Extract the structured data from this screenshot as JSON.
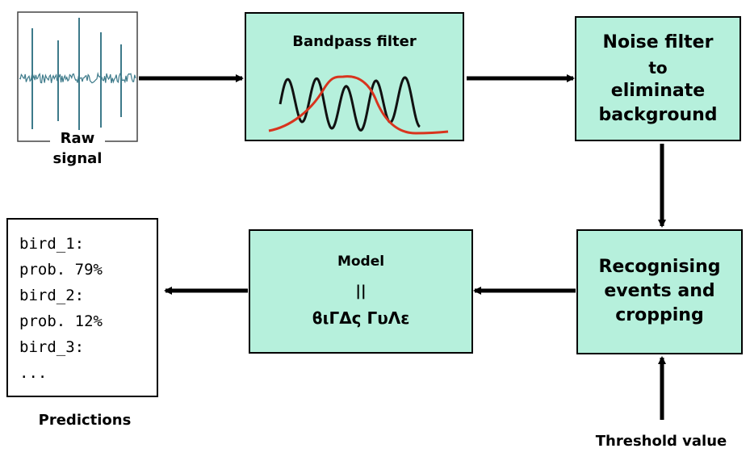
{
  "raw_signal": {
    "label_line1": "Raw",
    "label_line2": "signal"
  },
  "bandpass": {
    "title": "Bandpass filter"
  },
  "noise_filter": {
    "line1": "Noise filter",
    "line2": "to",
    "line3": "eliminate",
    "line4": "background"
  },
  "recognising": {
    "line1": "Recognising",
    "line2": "events and",
    "line3": "cropping"
  },
  "threshold": {
    "label": "Threshold value"
  },
  "model": {
    "title": "Model",
    "line2": "||",
    "line3": "ϐιΓΔς ΓυΛε"
  },
  "predictions": {
    "label": "Predictions",
    "lines": [
      "bird_1:",
      "prob. 79%",
      "bird_2:",
      "prob. 12%",
      "bird_3:",
      "..."
    ]
  },
  "colors": {
    "box_fill": "#b6f0dc",
    "signal": "#3d7a8a",
    "bandpass_curve": "#d8341e"
  }
}
